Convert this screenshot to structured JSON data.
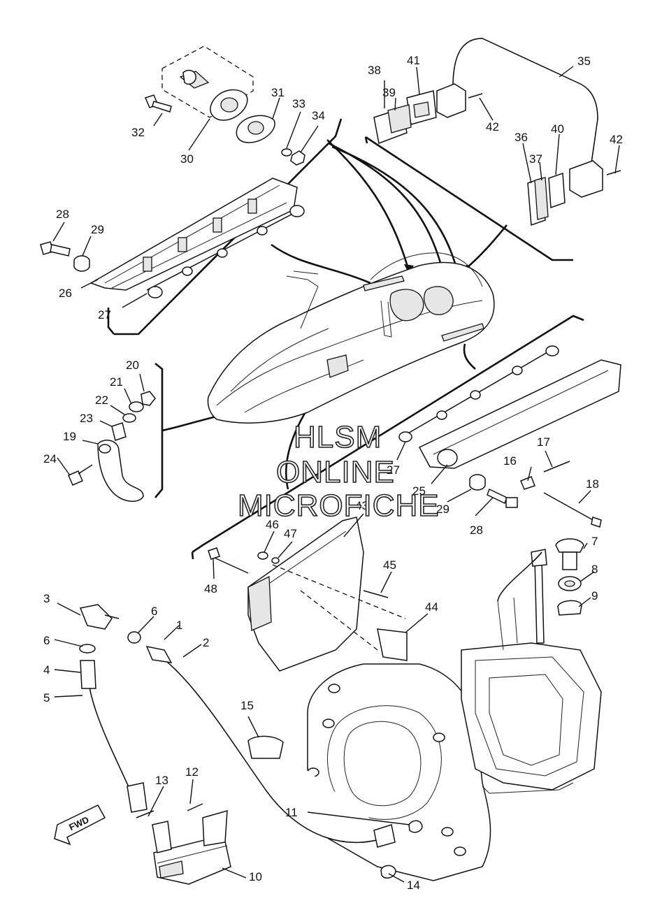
{
  "watermark": [
    "HLSM",
    "ONLINE",
    "MICROFICHE"
  ],
  "fwd_label": "FWD",
  "callouts": [
    {
      "id": "c1",
      "label": "1"
    },
    {
      "id": "c2",
      "label": "2"
    },
    {
      "id": "c3",
      "label": "3"
    },
    {
      "id": "c4",
      "label": "4"
    },
    {
      "id": "c5",
      "label": "5"
    },
    {
      "id": "c6a",
      "label": "6"
    },
    {
      "id": "c6b",
      "label": "6"
    },
    {
      "id": "c7",
      "label": "7"
    },
    {
      "id": "c8",
      "label": "8"
    },
    {
      "id": "c9",
      "label": "9"
    },
    {
      "id": "c10",
      "label": "10"
    },
    {
      "id": "c11",
      "label": "11"
    },
    {
      "id": "c12",
      "label": "12"
    },
    {
      "id": "c13",
      "label": "13"
    },
    {
      "id": "c14",
      "label": "14"
    },
    {
      "id": "c15",
      "label": "15"
    },
    {
      "id": "c16",
      "label": "16"
    },
    {
      "id": "c17",
      "label": "17"
    },
    {
      "id": "c18",
      "label": "18"
    },
    {
      "id": "c19",
      "label": "19"
    },
    {
      "id": "c20",
      "label": "20"
    },
    {
      "id": "c21",
      "label": "21"
    },
    {
      "id": "c22",
      "label": "22"
    },
    {
      "id": "c23",
      "label": "23"
    },
    {
      "id": "c24",
      "label": "24"
    },
    {
      "id": "c25",
      "label": "25"
    },
    {
      "id": "c26",
      "label": "26"
    },
    {
      "id": "c27a",
      "label": "27"
    },
    {
      "id": "c27b",
      "label": "27"
    },
    {
      "id": "c28a",
      "label": "28"
    },
    {
      "id": "c28b",
      "label": "28"
    },
    {
      "id": "c29a",
      "label": "29"
    },
    {
      "id": "c29b",
      "label": "29"
    },
    {
      "id": "c30",
      "label": "30"
    },
    {
      "id": "c31",
      "label": "31"
    },
    {
      "id": "c32",
      "label": "32"
    },
    {
      "id": "c33",
      "label": "33"
    },
    {
      "id": "c34",
      "label": "34"
    },
    {
      "id": "c35",
      "label": "35"
    },
    {
      "id": "c36",
      "label": "36"
    },
    {
      "id": "c37",
      "label": "37"
    },
    {
      "id": "c38",
      "label": "38"
    },
    {
      "id": "c39",
      "label": "39"
    },
    {
      "id": "c40",
      "label": "40"
    },
    {
      "id": "c41",
      "label": "41"
    },
    {
      "id": "c42a",
      "label": "42"
    },
    {
      "id": "c42b",
      "label": "42"
    },
    {
      "id": "c43",
      "label": "43"
    },
    {
      "id": "c44",
      "label": "44"
    },
    {
      "id": "c45",
      "label": "45"
    },
    {
      "id": "c46",
      "label": "46"
    },
    {
      "id": "c47",
      "label": "47"
    },
    {
      "id": "c48",
      "label": "48"
    }
  ]
}
